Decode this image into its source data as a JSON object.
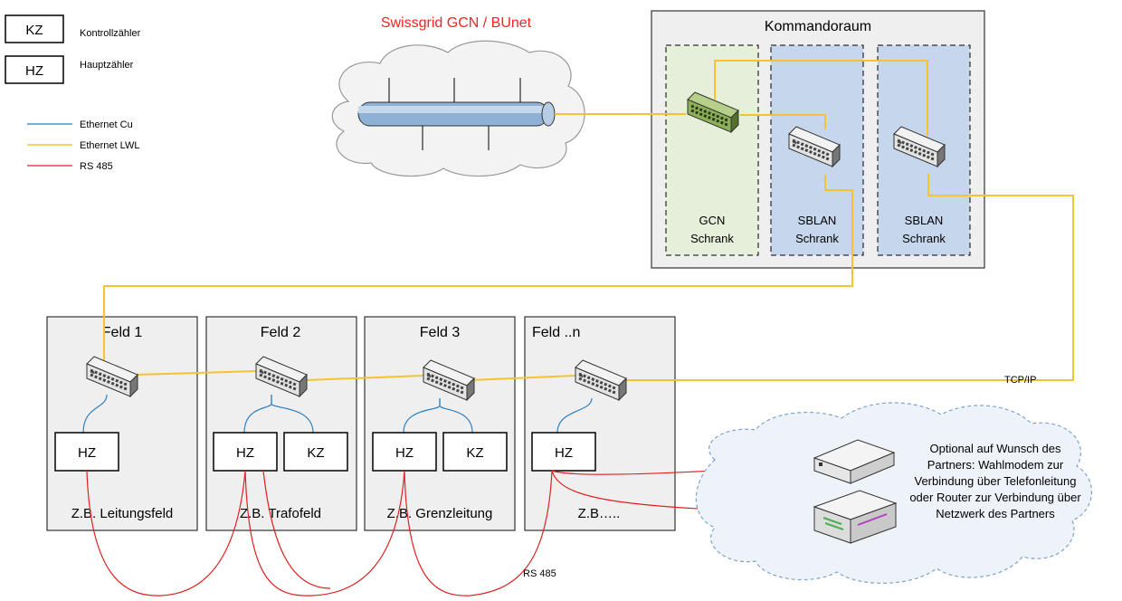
{
  "legend": {
    "kz_box": "KZ",
    "kz_text": "Kontrollzähler",
    "hz_box": "HZ",
    "hz_text": "Hauptzähler",
    "lines": [
      {
        "label": "Ethernet Cu",
        "color": "#2f7fc1"
      },
      {
        "label": "Ethernet LWL",
        "color": "#f5c330"
      },
      {
        "label": "RS 485",
        "color": "#e02020"
      }
    ]
  },
  "network": {
    "title": "Swissgrid GCN / BUnet",
    "title_color": "#ff2020"
  },
  "control_room": {
    "title": "Kommandoraum",
    "cabinets": [
      {
        "line1": "GCN",
        "line2": "Schrank",
        "fill": "#e6efda"
      },
      {
        "line1": "SBLAN",
        "line2": "Schrank",
        "fill": "#c6d7ed"
      },
      {
        "line1": "SBLAN",
        "line2": "Schrank",
        "fill": "#c6d7ed"
      }
    ]
  },
  "fields": [
    {
      "title": "Feld 1",
      "meters": [
        "HZ"
      ],
      "caption": "Z.B. Leitungsfeld"
    },
    {
      "title": "Feld 2",
      "meters": [
        "HZ",
        "KZ"
      ],
      "caption": "Z.B. Trafofeld"
    },
    {
      "title": "Feld 3",
      "meters": [
        "HZ",
        "KZ"
      ],
      "caption": "Z.B. Grenzleitung"
    },
    {
      "title": "Feld ..n",
      "meters": [
        "HZ"
      ],
      "caption": "Z.B….."
    }
  ],
  "labels": {
    "tcpip": "TCP/IP",
    "rs485": "RS 485"
  },
  "optional": {
    "lines": [
      "Optional auf Wunsch des",
      "Partners: Wahlmodem zur",
      "Verbindung über Telefonleitung",
      "oder Router zur Verbindung über",
      "Netzwerk des Partners"
    ]
  },
  "colors": {
    "fiber": "#f5c330",
    "copper": "#2f7fc1",
    "serial": "#e02020",
    "box_fill": "#efefef"
  }
}
